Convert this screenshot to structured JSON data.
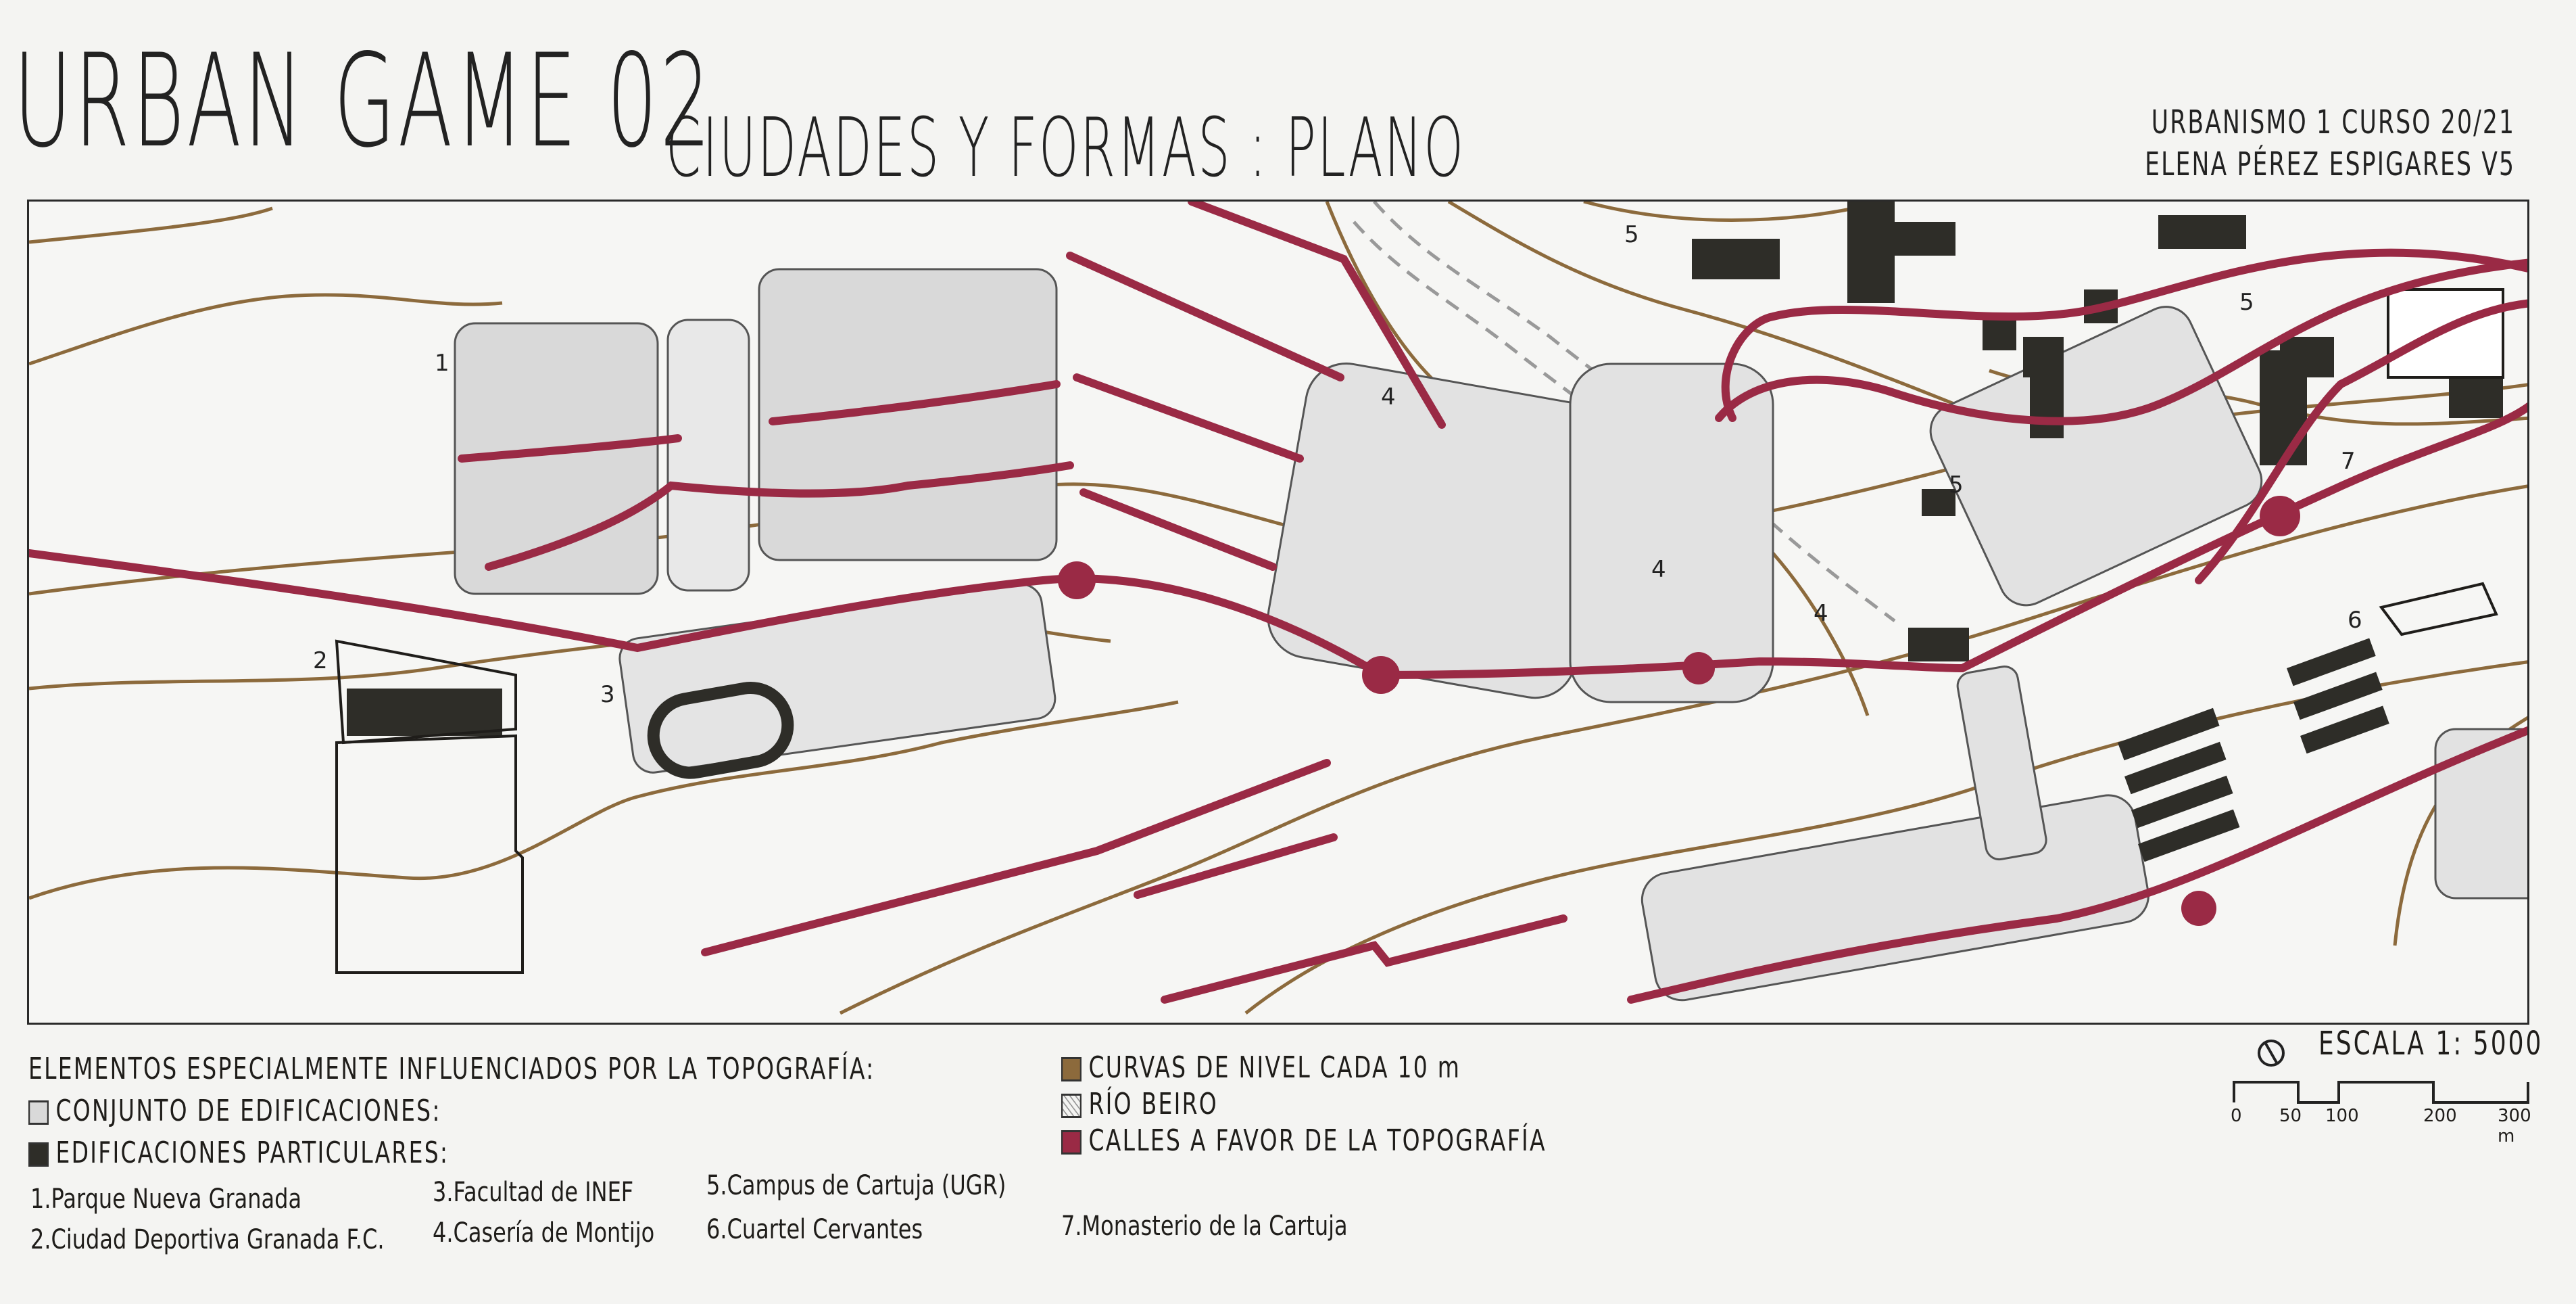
{
  "header": {
    "title": "URBAN GAME 02",
    "subtitle": "CIUDADES Y FORMAS : PLANO",
    "course_line": "URBANISMO 1   CURSO 20/21",
    "author_line": "ELENA PÉREZ ESPIGARES V5"
  },
  "map": {
    "colors": {
      "contour": "#8c6a3c",
      "street": "#9a2a45",
      "building_group": "#d9d9d9",
      "building_single": "#2e2d28",
      "river": "#999999"
    },
    "labels": [
      "1",
      "2",
      "3",
      "4",
      "4",
      "4",
      "5",
      "5",
      "5",
      "6",
      "7"
    ]
  },
  "legend": {
    "heading": "ELEMENTOS ESPECIALMENTE INFLUENCIADOS POR LA TOPOGRAFÍA:",
    "items": [
      {
        "label": "CONJUNTO DE EDIFICACIONES:",
        "swatch": "light"
      },
      {
        "label": "EDIFICACIONES PARTICULARES:",
        "swatch": "dark"
      },
      {
        "label": "CURVAS DE NIVEL CADA 10 m",
        "swatch": "brown"
      },
      {
        "label": "RÍO BEIRO",
        "swatch": "hatch"
      },
      {
        "label": "CALLES A FAVOR DE LA TOPOGRAFÍA",
        "swatch": "red"
      }
    ],
    "places": [
      "1.Parque Nueva Granada",
      "2.Ciudad Deportiva Granada F.C.",
      "3.Facultad de INEF",
      "4.Casería de Montijo",
      "5.Campus de Cartuja (UGR)",
      "6.Cuartel Cervantes",
      "7.Monasterio de la Cartuja"
    ]
  },
  "scale": {
    "label": "ESCALA  1: 5000",
    "north_icon": "north-arrow-icon",
    "ticks": [
      "0",
      "50",
      "100",
      "200",
      "300 m"
    ]
  }
}
